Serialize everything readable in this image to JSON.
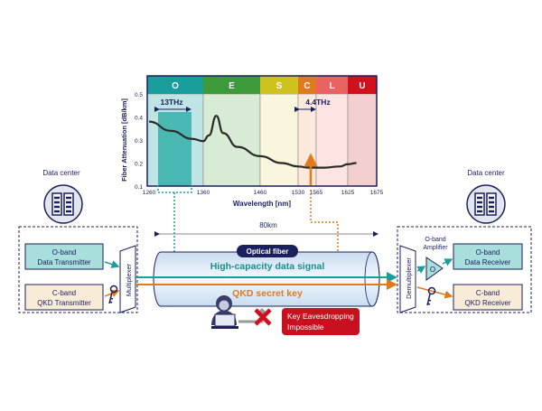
{
  "chart_data": {
    "type": "line",
    "xlabel": "Wavelength [nm]",
    "ylabel": "Fiber Attenuation [dB/km]",
    "ylim": [
      0.1,
      0.5
    ],
    "yticks": [
      "0.5",
      "0.4",
      "0.3",
      "0.2",
      "0.1"
    ],
    "xticks": [
      "1260",
      "1360",
      "1460",
      "1530",
      "1565",
      "1625",
      "1675"
    ],
    "bands": [
      {
        "name": "O",
        "color": "#1a9e9c"
      },
      {
        "name": "E",
        "color": "#3d9a3a"
      },
      {
        "name": "S",
        "color": "#cdc21e"
      },
      {
        "name": "C",
        "color": "#e07a1e"
      },
      {
        "name": "L",
        "color": "#ea6262"
      },
      {
        "name": "U",
        "color": "#d0101e"
      }
    ],
    "annotations": {
      "o_width": "13THz",
      "c_width": "4.4THz"
    },
    "series": [
      {
        "name": "attenuation",
        "x": [
          1260,
          1300,
          1340,
          1360,
          1370,
          1383,
          1395,
          1420,
          1460,
          1500,
          1530,
          1550,
          1580,
          1610,
          1625,
          1640
        ],
        "y": [
          0.38,
          0.34,
          0.305,
          0.295,
          0.32,
          0.405,
          0.33,
          0.27,
          0.23,
          0.2,
          0.185,
          0.18,
          0.18,
          0.185,
          0.195,
          0.2
        ]
      }
    ]
  },
  "left": {
    "datacenter": "Data center",
    "tx1_line1": "O-band",
    "tx1_line2": "Data Transmitter",
    "tx2_line1": "C-band",
    "tx2_line2": "QKD Transmitter",
    "mux": "Multiplexer"
  },
  "fiber": {
    "distance": "80km",
    "label": "Optical fiber",
    "data_signal": "High-capacity data signal",
    "qkd": "QKD secret key"
  },
  "eavesdrop": {
    "line1": "Key Eavesdropping",
    "line2": "Impossible"
  },
  "right": {
    "datacenter": "Data center",
    "demux": "Demultiplexer",
    "amp_line1": "O-band",
    "amp_line2": "Amplifier",
    "amp_symbol": "O",
    "rx1_line1": "O-band",
    "rx1_line2": "Data Receiver",
    "rx2_line1": "C-band",
    "rx2_line2": "QKD Receiver"
  },
  "colors": {
    "navy": "#1b1f5e",
    "teal": "#1a9e9c",
    "orange": "#e07a1e",
    "red": "#c8101e"
  }
}
